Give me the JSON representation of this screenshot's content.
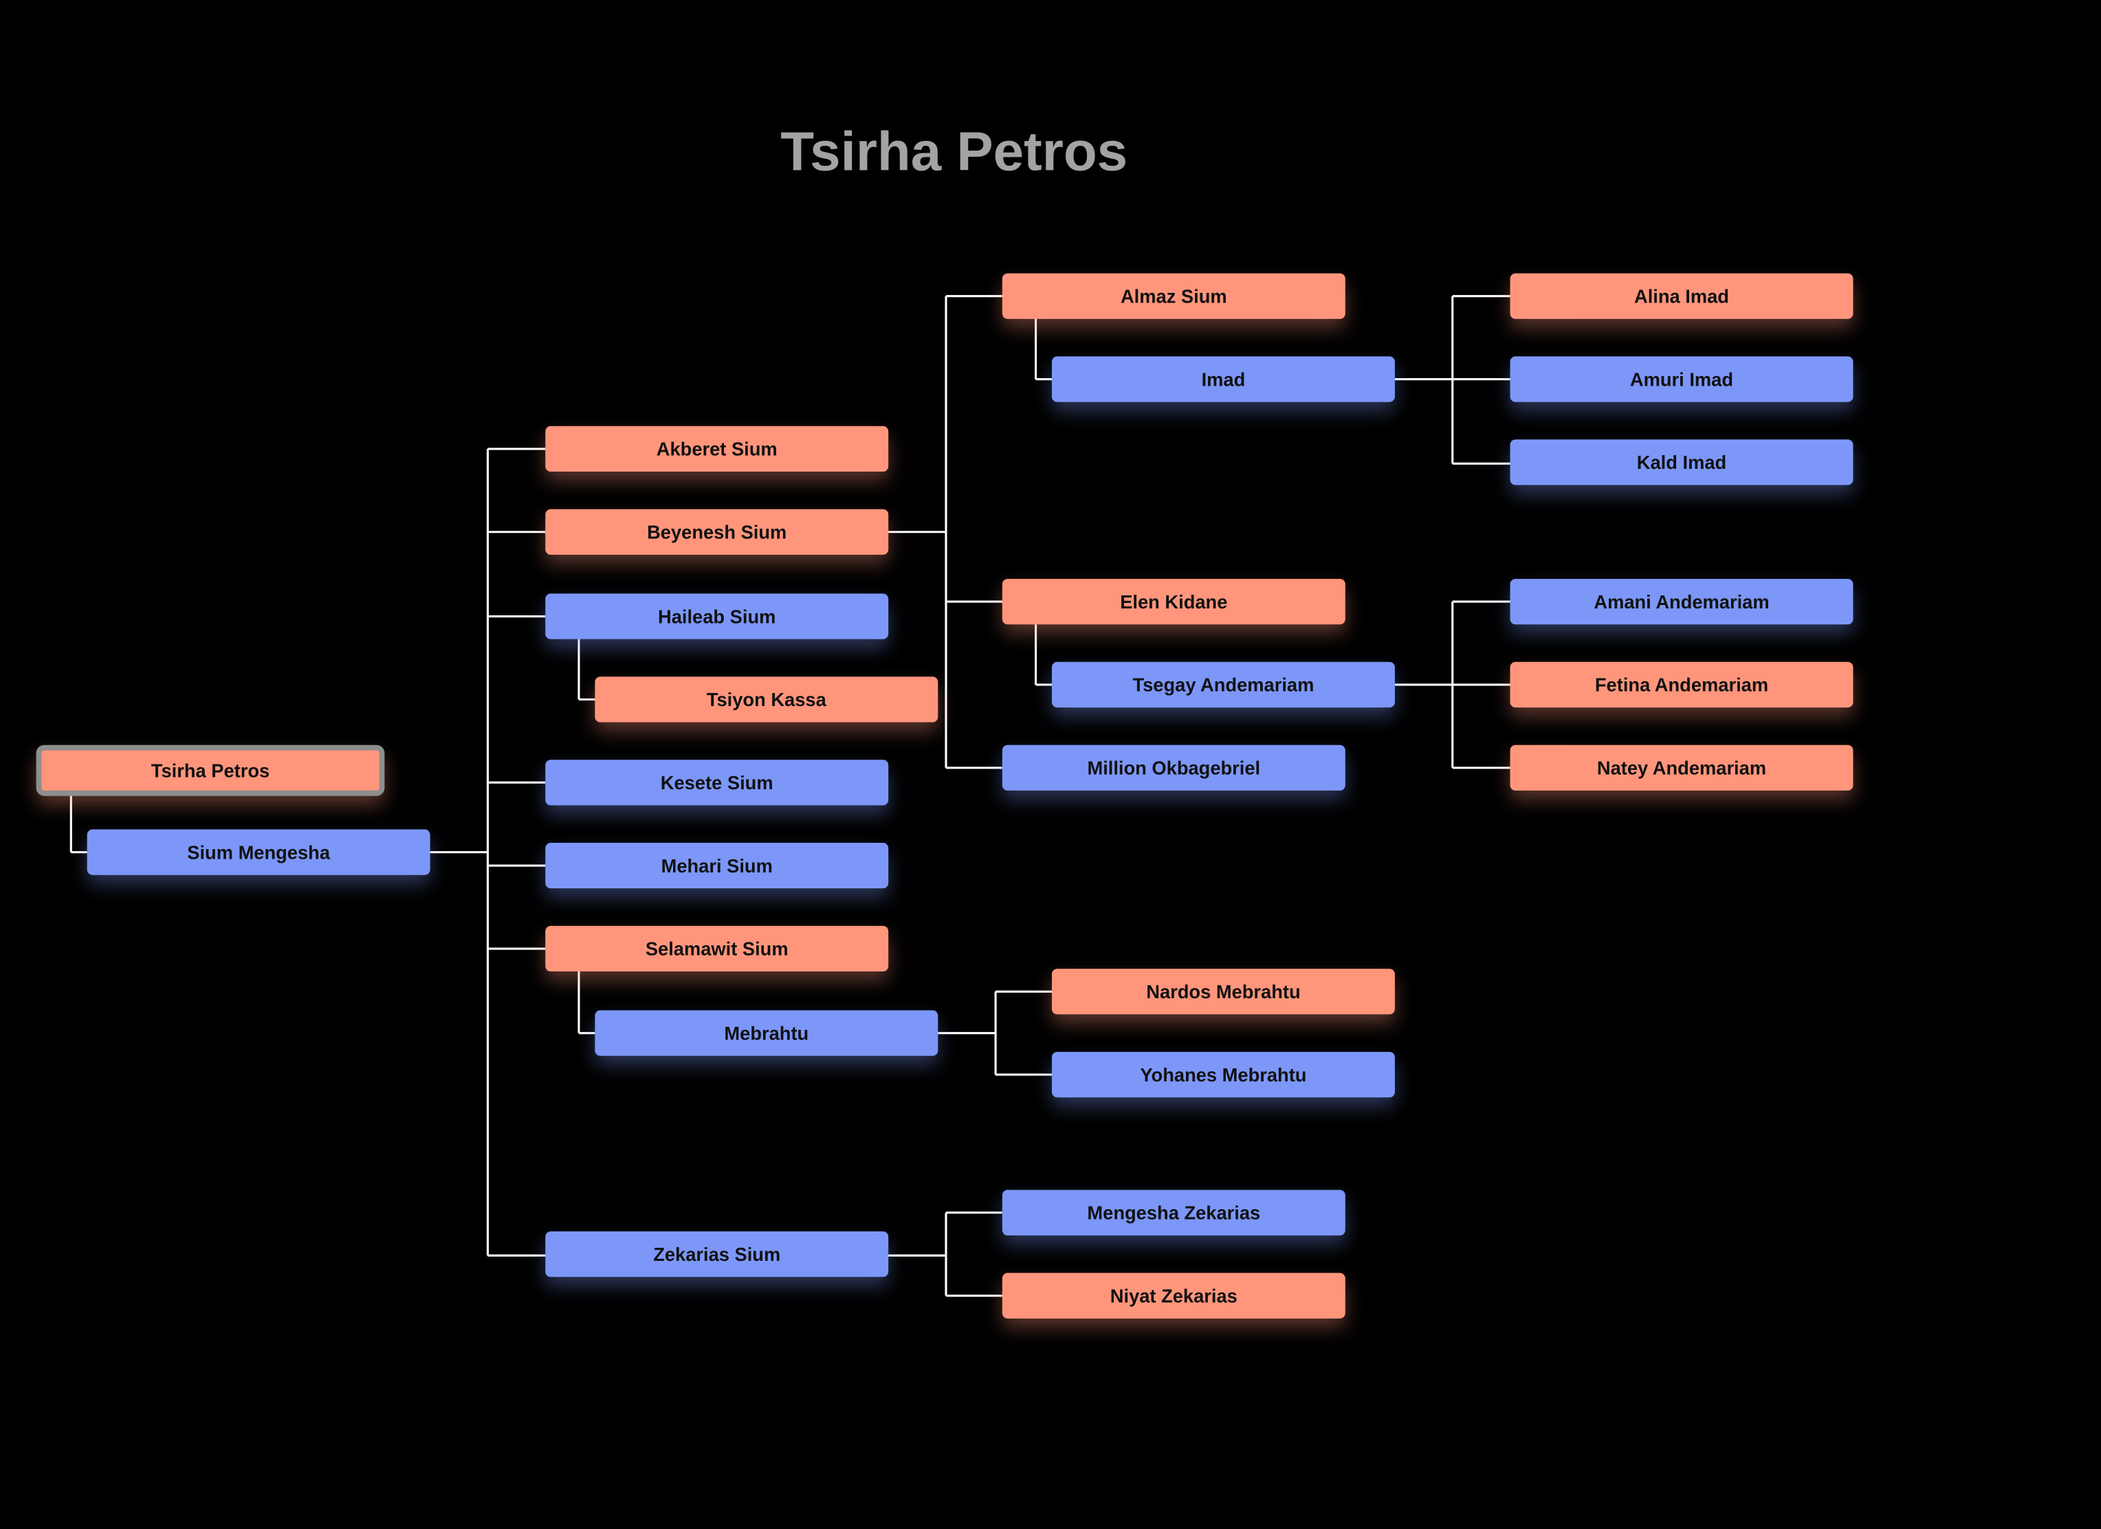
{
  "title": "Tsirha Petros",
  "colors": {
    "female": "#ff967c",
    "male": "#7c97f8",
    "root_border": "#8e8e8e",
    "line": "#ffffff",
    "background": "#000000"
  },
  "nodes": [
    {
      "id": "tsirha",
      "label": "Tsirha Petros",
      "color": "salmon",
      "root": true
    },
    {
      "id": "sium",
      "label": "Sium Mengesha",
      "color": "blue"
    },
    {
      "id": "akberet",
      "label": "Akberet Sium",
      "color": "salmon"
    },
    {
      "id": "beyenesh",
      "label": "Beyenesh Sium",
      "color": "salmon"
    },
    {
      "id": "haileab",
      "label": "Haileab Sium",
      "color": "blue"
    },
    {
      "id": "tsiyon",
      "label": "Tsiyon Kassa",
      "color": "salmon"
    },
    {
      "id": "kesete",
      "label": "Kesete Sium",
      "color": "blue"
    },
    {
      "id": "mehari",
      "label": "Mehari Sium",
      "color": "blue"
    },
    {
      "id": "selamawit",
      "label": "Selamawit Sium",
      "color": "salmon"
    },
    {
      "id": "mebrahtu",
      "label": "Mebrahtu",
      "color": "blue"
    },
    {
      "id": "zekarias",
      "label": "Zekarias Sium",
      "color": "blue"
    },
    {
      "id": "almaz",
      "label": "Almaz Sium",
      "color": "salmon"
    },
    {
      "id": "imad",
      "label": "Imad",
      "color": "blue"
    },
    {
      "id": "elen",
      "label": "Elen Kidane",
      "color": "salmon"
    },
    {
      "id": "tsegay",
      "label": "Tsegay Andemariam",
      "color": "blue"
    },
    {
      "id": "million",
      "label": "Million Okbagebriel",
      "color": "blue"
    },
    {
      "id": "nardos",
      "label": "Nardos Mebrahtu",
      "color": "salmon"
    },
    {
      "id": "yohanes",
      "label": "Yohanes Mebrahtu",
      "color": "blue"
    },
    {
      "id": "mengesha",
      "label": "Mengesha Zekarias",
      "color": "blue"
    },
    {
      "id": "niyat",
      "label": "Niyat Zekarias",
      "color": "salmon"
    },
    {
      "id": "alina",
      "label": "Alina Imad",
      "color": "salmon"
    },
    {
      "id": "amuri",
      "label": "Amuri Imad",
      "color": "blue"
    },
    {
      "id": "kald",
      "label": "Kald Imad",
      "color": "blue"
    },
    {
      "id": "amani",
      "label": "Amani Andemariam",
      "color": "blue"
    },
    {
      "id": "fetina",
      "label": "Fetina Andemariam",
      "color": "salmon"
    },
    {
      "id": "natey",
      "label": "Natey Andemariam",
      "color": "salmon"
    }
  ]
}
